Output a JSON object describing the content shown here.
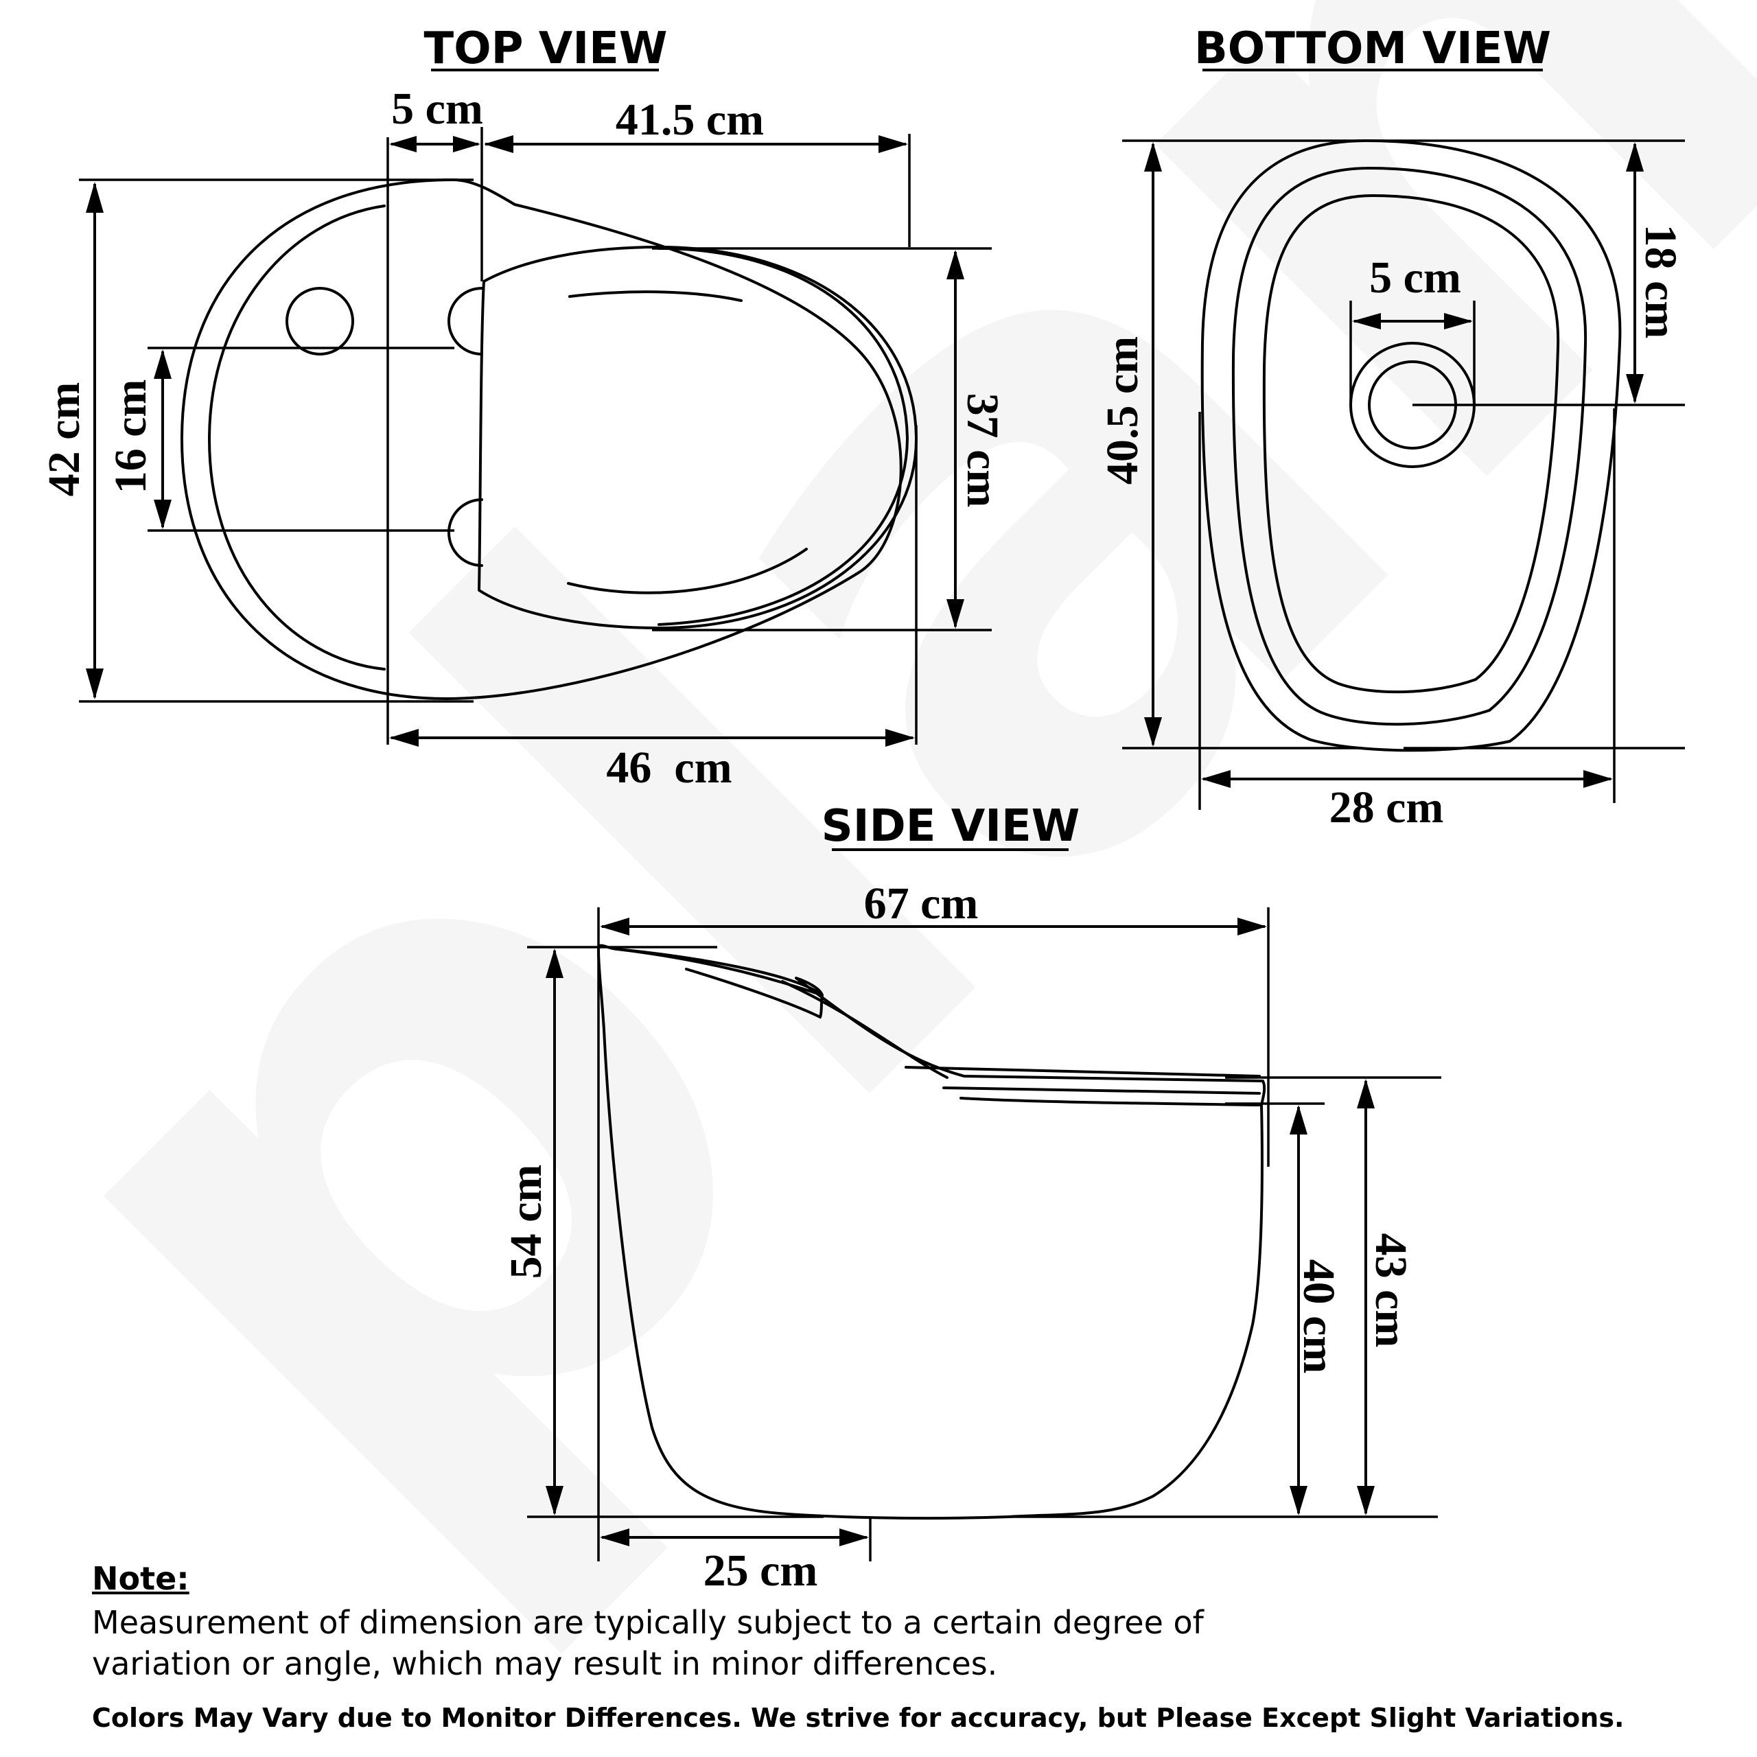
{
  "watermark": "plantex",
  "views": {
    "top": {
      "title": "TOP VIEW",
      "dimensions": {
        "hinge_offset": "5 cm",
        "seat_length": "41.5 cm",
        "total_width": "42 cm",
        "hinge_spacing": "16 cm",
        "seat_width": "37 cm",
        "total_length": "46  cm"
      }
    },
    "bottom": {
      "title": "BOTTOM VIEW",
      "dimensions": {
        "outlet_diameter": "5 cm",
        "outlet_offset": "18 cm",
        "base_length": "40.5 cm",
        "base_width": "28 cm"
      }
    },
    "side": {
      "title": "SIDE VIEW",
      "dimensions": {
        "total_depth": "67 cm",
        "total_height": "54 cm",
        "bowl_height": "40 cm",
        "seat_height": "43 cm",
        "outlet_distance": "25 cm"
      }
    }
  },
  "note": {
    "title": "Note:",
    "text_line1": "Measurement of dimension are typically subject to a certain degree of",
    "text_line2": "variation or angle, which may result in minor differences.",
    "disclaimer": "Colors May Vary due to Monitor Differences. We strive for accuracy, but Please Except Slight Variations."
  }
}
